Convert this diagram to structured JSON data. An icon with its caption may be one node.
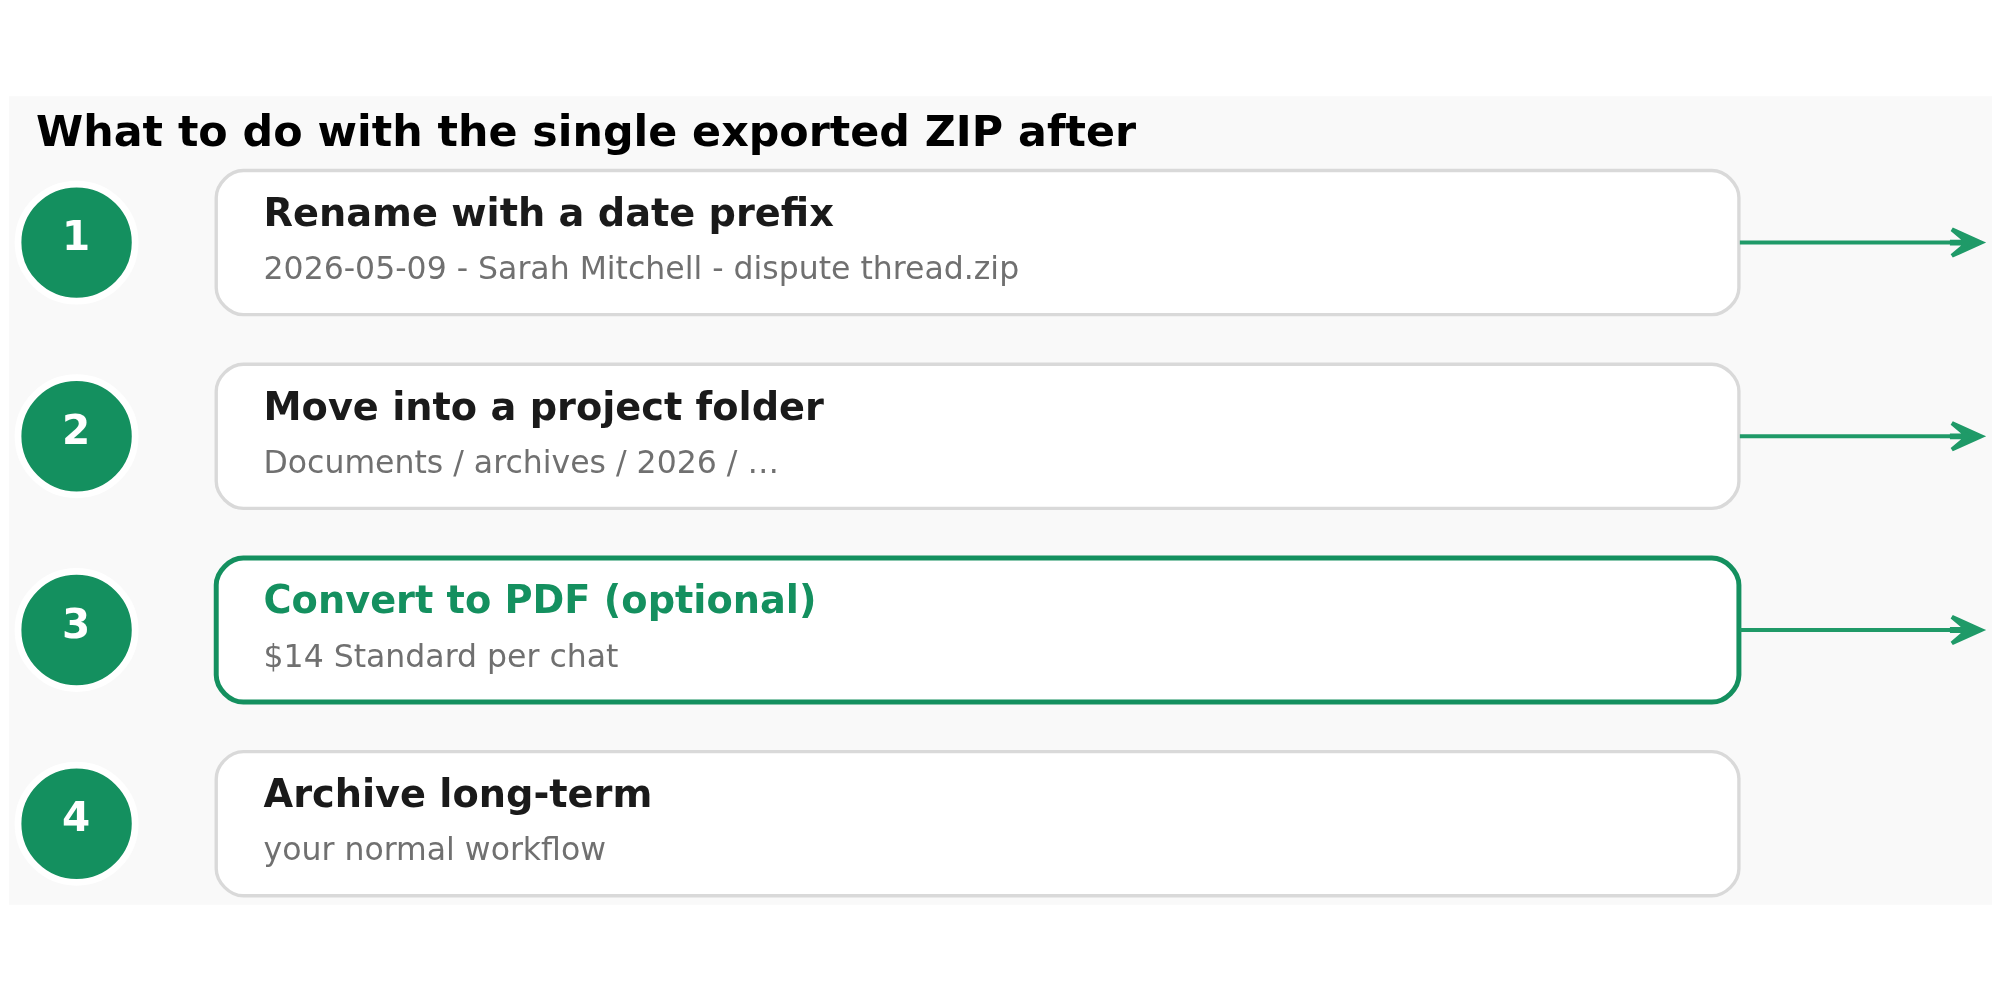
{
  "diagram": {
    "title": "What to do with the single exported ZIP after",
    "nodes": [
      {
        "text": [
          "1"
        ]
      },
      {
        "text": [
          "Rename with a date prefix",
          "2026-05-09 - Sarah Mitchell - dispute thread.zip"
        ]
      },
      {
        "text": [
          "2"
        ]
      },
      {
        "text": [
          "Move into a project folder",
          "Documents / archives / 2026 / …"
        ]
      },
      {
        "text": [
          "3"
        ]
      },
      {
        "text": [
          "Convert to PDF (optional)",
          "$14 Standard per chat"
        ]
      },
      {
        "text": [
          "4"
        ]
      },
      {
        "text": [
          "Archive long-term",
          "your normal workflow"
        ]
      }
    ],
    "edges": [
      {
        "from": 1,
        "to": null,
        "arrow": "to"
      },
      {
        "from": 3,
        "to": null,
        "arrow": "to"
      },
      {
        "from": 5,
        "to": null,
        "arrow": "to"
      }
    ]
  }
}
